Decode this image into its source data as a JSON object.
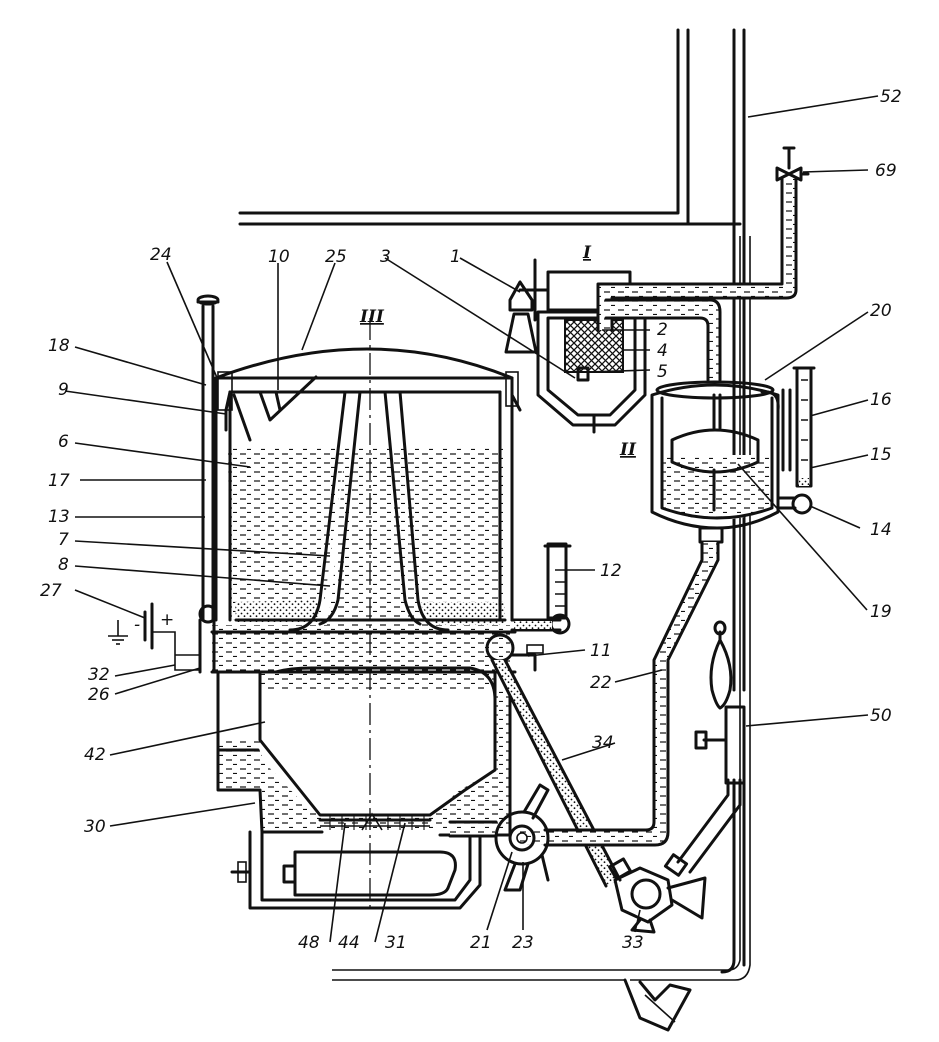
{
  "callouts": [
    {
      "id": "c1",
      "text": "1"
    },
    {
      "id": "c2",
      "text": "2"
    },
    {
      "id": "c3",
      "text": "3"
    },
    {
      "id": "c4",
      "text": "4"
    },
    {
      "id": "c5",
      "text": "5"
    },
    {
      "id": "c6",
      "text": "6"
    },
    {
      "id": "c7",
      "text": "7"
    },
    {
      "id": "c8",
      "text": "8"
    },
    {
      "id": "c9",
      "text": "9"
    },
    {
      "id": "c10",
      "text": "10"
    },
    {
      "id": "c11",
      "text": "11"
    },
    {
      "id": "c12",
      "text": "12"
    },
    {
      "id": "c13",
      "text": "13"
    },
    {
      "id": "c14",
      "text": "14"
    },
    {
      "id": "c15",
      "text": "15"
    },
    {
      "id": "c16",
      "text": "16"
    },
    {
      "id": "c17",
      "text": "17"
    },
    {
      "id": "c18",
      "text": "18"
    },
    {
      "id": "c19",
      "text": "19"
    },
    {
      "id": "c20",
      "text": "20"
    },
    {
      "id": "c21",
      "text": "21"
    },
    {
      "id": "c22",
      "text": "22"
    },
    {
      "id": "c23",
      "text": "23"
    },
    {
      "id": "c24",
      "text": "24"
    },
    {
      "id": "c25",
      "text": "25"
    },
    {
      "id": "c26",
      "text": "26"
    },
    {
      "id": "c27",
      "text": "27"
    },
    {
      "id": "c30",
      "text": "30"
    },
    {
      "id": "c31",
      "text": "31"
    },
    {
      "id": "c32",
      "text": "32"
    },
    {
      "id": "c33",
      "text": "33"
    },
    {
      "id": "c34",
      "text": "34"
    },
    {
      "id": "c42",
      "text": "42"
    },
    {
      "id": "c44",
      "text": "44"
    },
    {
      "id": "c48",
      "text": "48"
    },
    {
      "id": "c50",
      "text": "50"
    },
    {
      "id": "c52",
      "text": "52"
    },
    {
      "id": "c69",
      "text": "69"
    }
  ],
  "sections": {
    "filter_unit": "I",
    "expansion_tank": "II",
    "water_jacket": "III"
  },
  "terminals": {
    "minus": "-",
    "plus": "+"
  }
}
